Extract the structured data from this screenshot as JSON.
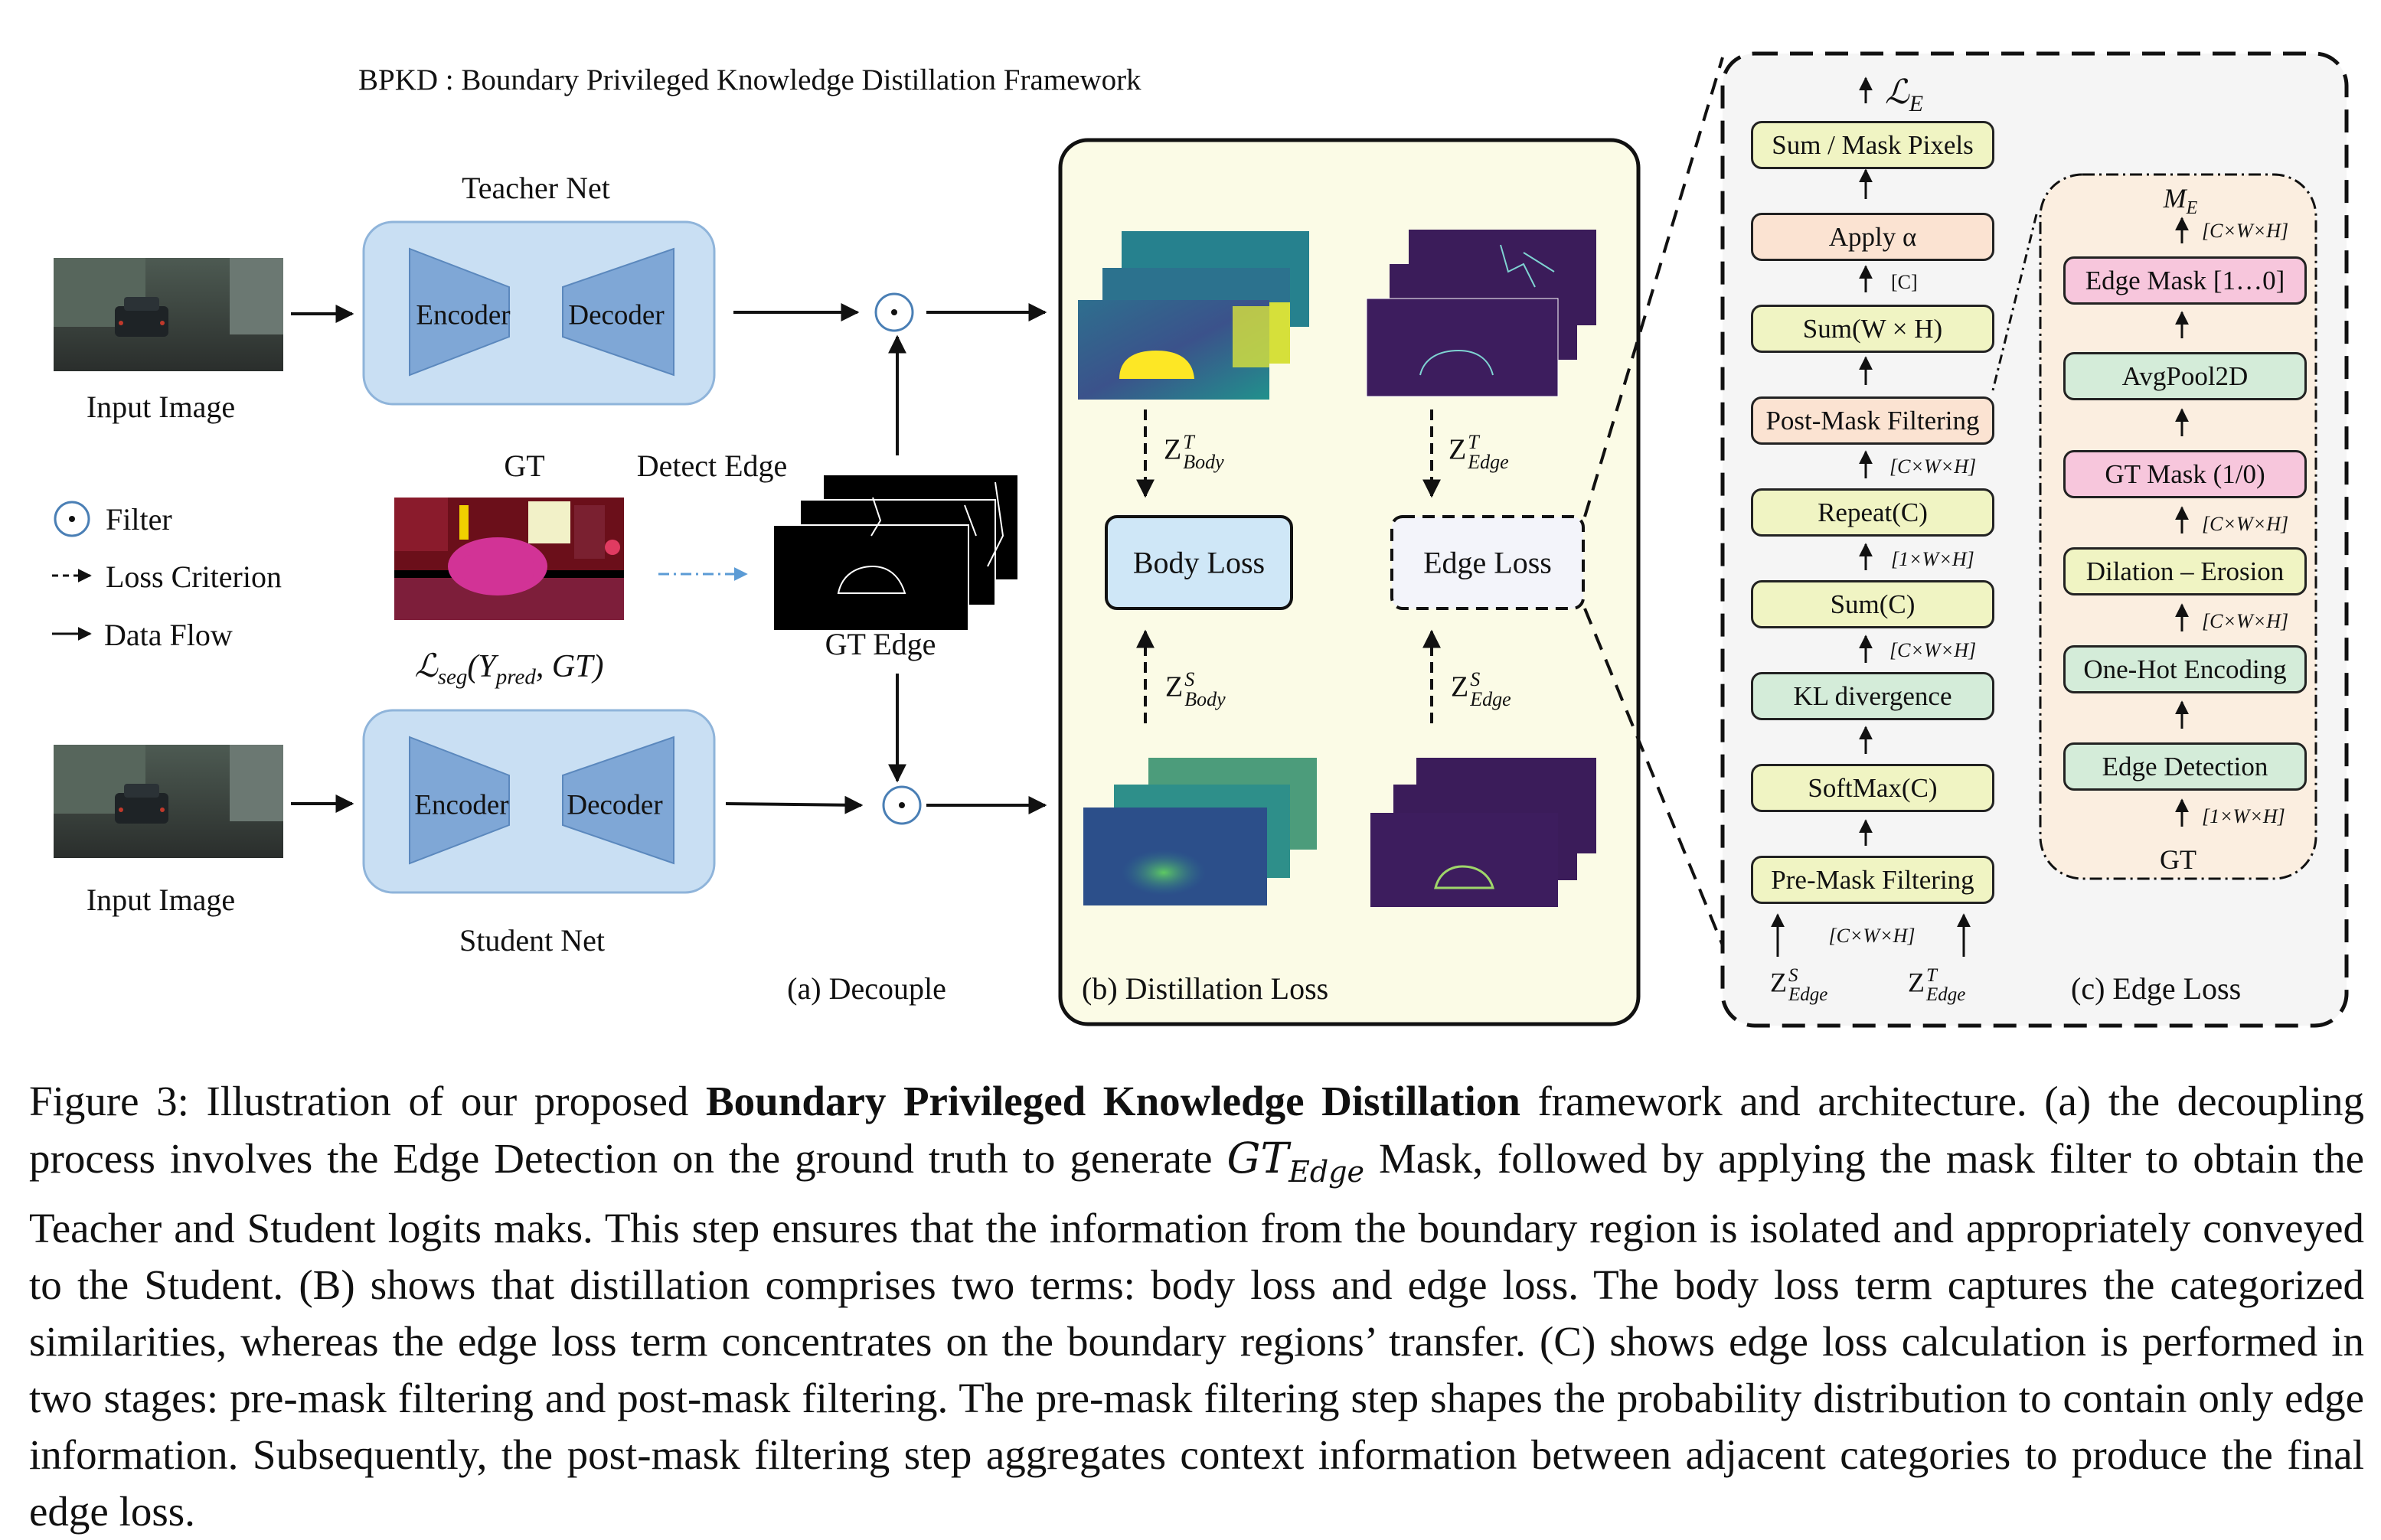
{
  "figure_title": "BPKD : Boundary Privileged Knowledge Distillation Framework",
  "decouple": {
    "teacher_net": "Teacher Net",
    "student_net": "Student Net",
    "encoder": "Encoder",
    "decoder": "Decoder",
    "input_image": "Input Image",
    "gt": "GT",
    "detect_edge": "Detect Edge",
    "gt_edge": "GT Edge",
    "seg_loss_main": "ℒ",
    "seg_loss_sub": "seg",
    "seg_loss_args_open": "(Y",
    "seg_loss_args_sub": "pred",
    "seg_loss_args_close": ", GT)",
    "legend": {
      "filter": "Filter",
      "loss_criterion": "Loss Criterion",
      "data_flow": "Data Flow"
    },
    "panel_label": "(a) Decouple"
  },
  "distill": {
    "body_loss": "Body Loss",
    "edge_loss": "Edge Loss",
    "panel_label": "(b) Distillation Loss",
    "z": "Z",
    "body": "Body",
    "edge": "Edge",
    "t": "T",
    "s": "S"
  },
  "edge_loss_panel": {
    "le_main": "ℒ",
    "le_sub": "E",
    "me_main": "M",
    "me_sub": "E",
    "left_column": [
      "Sum / Mask Pixels",
      "Apply α",
      "Sum(W × H)",
      "Post-Mask Filtering",
      "Repeat(C)",
      "Sum(C)",
      "KL divergence",
      "SoftMax(C)",
      "Pre-Mask Filtering"
    ],
    "right_column": [
      "Edge Mask [1…0]",
      "AvgPool2D",
      "GT Mask (1/0)",
      "Dilation – Erosion",
      "One-Hot Encoding",
      "Edge Detection"
    ],
    "dims": {
      "c": "[C]",
      "cwh": "[C×W×H]",
      "one_wh": "[1×W×H]"
    },
    "gt": "GT",
    "panel_label": "(c) Edge Loss"
  },
  "caption": {
    "p1": "Figure 3: Illustration of our proposed ",
    "bold": "Boundary Privileged Knowledge Distillation",
    "p2": " framework and architecture. (a) the decoupling process involves the Edge Detection on the ground truth to generate ",
    "math_main": "GT",
    "math_sub": "Edge",
    "p3": " Mask, followed by applying the mask filter to obtain the Teacher and Student logits maks. This step ensures that the information from the boundary region is isolated and appropriately conveyed to the Student. (B) shows that distillation comprises two terms: body loss and edge loss. The body loss term captures the categorized similarities, whereas the edge loss term concentrates on the boundary regions’ transfer. (C) shows edge loss calculation is performed in two stages: pre-mask filtering and post-mask filtering. The pre-mask filtering step shapes the probability distribution to contain only edge information. Subsequently, the post-mask filtering step aggregates context information between adjacent categories to produce the final edge loss."
  },
  "colors": {
    "net_fill": "#c9dff3",
    "trapezoid": "#7fa7d6",
    "distill_bg": "#fbfbe6",
    "body_loss_fill": "#cfe7f7",
    "edge_panel_bg": "#f5f5f5",
    "right_group_bg": "#fbeee0"
  }
}
